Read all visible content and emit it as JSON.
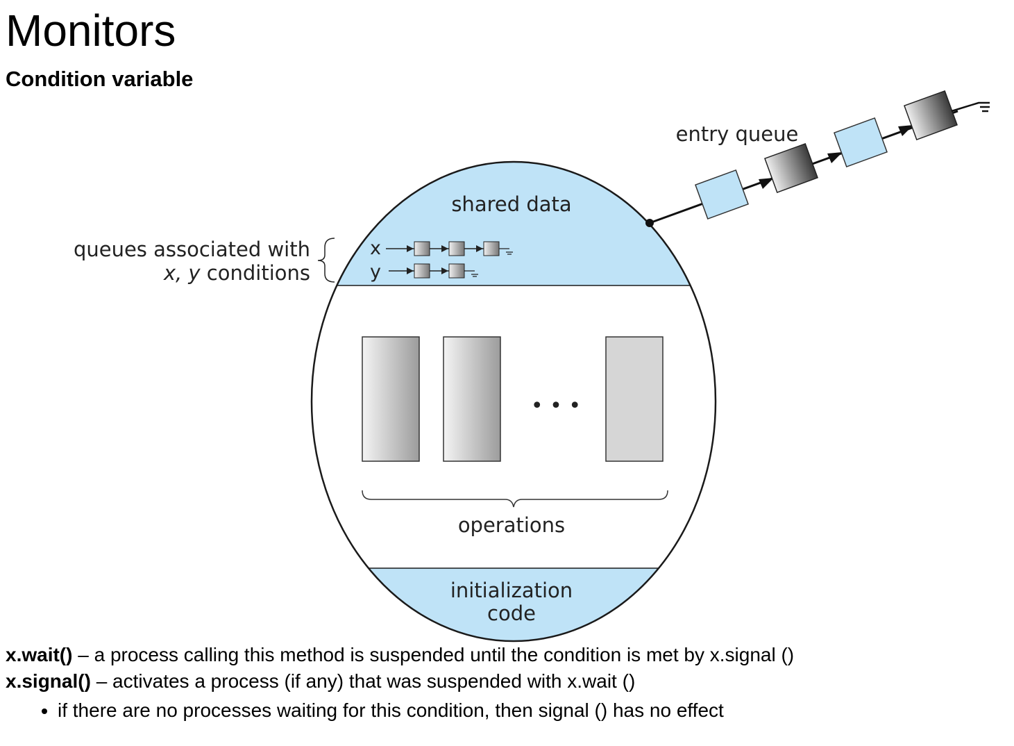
{
  "page": {
    "title": "Monitors",
    "subtitle": "Condition variable"
  },
  "diagram": {
    "entry_queue_label": "entry queue",
    "shared_data_label": "shared data",
    "queues_label_line1": "queues associated with",
    "queues_label_italic": "x, y",
    "queues_label_rest": " conditions",
    "queue_x_label": "x",
    "queue_y_label": "y",
    "ellipsis": "• • •",
    "operations_label": "operations",
    "init_label_line1": "initialization",
    "init_label_line2": "code",
    "colors": {
      "region_fill": "#bfe3f7",
      "outline": "#1a1a1a"
    }
  },
  "description": {
    "wait_method": "x.wait()",
    "wait_text": " – a process calling this method is suspended until the condition is met by x.signal ()",
    "signal_method": "x.signal()",
    "signal_text": " – activates a process (if any) that was suspended with x.wait ()",
    "bullets": [
      "if there are no processes waiting for this condition, then signal () has no effect"
    ]
  }
}
